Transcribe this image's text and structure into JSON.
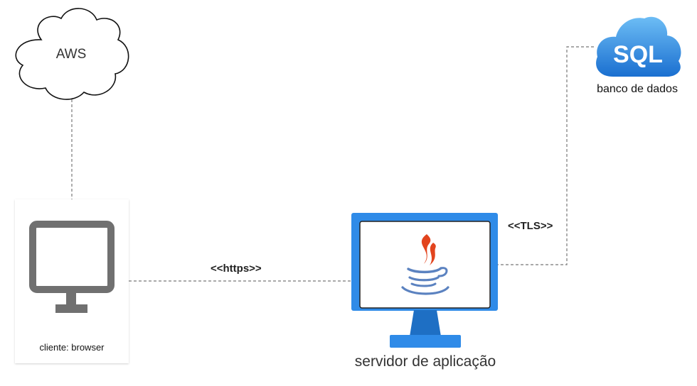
{
  "nodes": {
    "aws": {
      "label": "AWS"
    },
    "client": {
      "label": "cliente: browser"
    },
    "server": {
      "label": "servidor de aplicação"
    },
    "database": {
      "label": "banco de dados",
      "logo_text": "SQL"
    }
  },
  "edges": {
    "client_server": {
      "label": "<<https>>"
    },
    "server_database": {
      "label": "<<TLS>>"
    },
    "aws_client": {
      "label": ""
    }
  },
  "colors": {
    "monitor_gray": "#707070",
    "server_blue": "#2f8be8",
    "server_blue_dark": "#1e6fc4",
    "sql_blue_light": "#5fb3f2",
    "sql_blue_dark": "#1e76d2",
    "java_red": "#e2441e",
    "java_blue": "#5b82c0",
    "connector_gray": "#777777"
  },
  "icons": {
    "aws": "cloud-icon",
    "client": "desktop-monitor-icon",
    "server": "monitor-icon",
    "server_logo": "java-logo-icon",
    "database": "sql-cloud-icon"
  }
}
